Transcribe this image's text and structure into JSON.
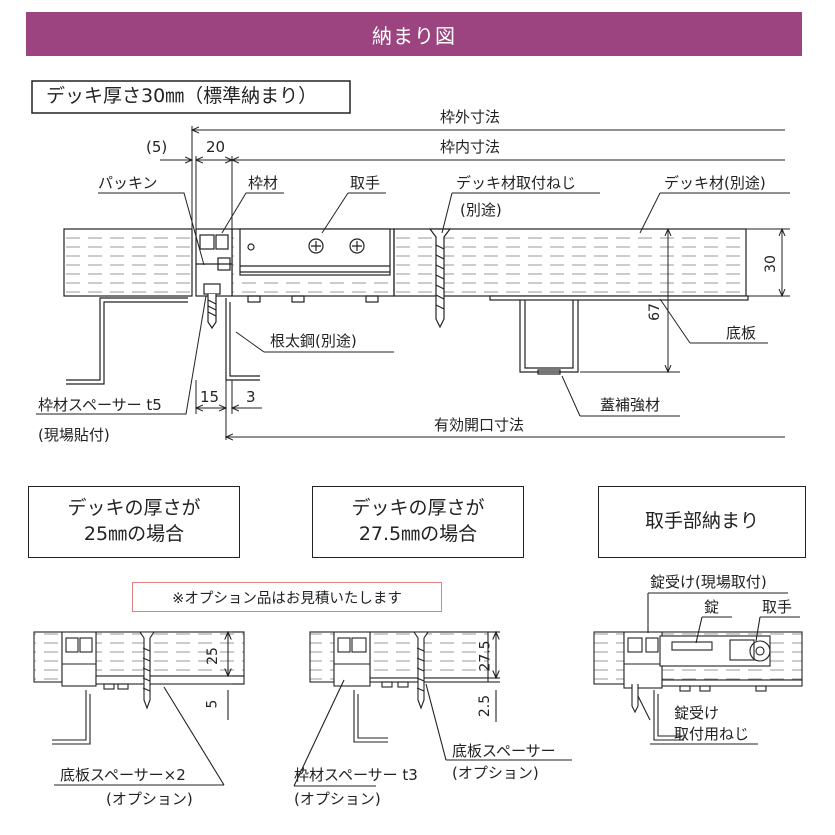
{
  "header": {
    "title": "納まり図"
  },
  "main_diagram": {
    "title": "デッキ厚さ30㎜（標準納まり）",
    "labels": {
      "outer_dim": "枠外寸法",
      "inner_dim": "枠内寸法",
      "gap": "(5)",
      "frame_width": "20",
      "packing": "パッキン",
      "frame": "枠材",
      "handle": "取手",
      "screw": "デッキ材取付ねじ",
      "screw_note": "(別途)",
      "deck": "デッキ材(別途)",
      "thickness": "30",
      "height": "67",
      "joist": "根太鋼(別途)",
      "base_plate": "底板",
      "stiffener": "蓋補強材",
      "spacer": "枠材スペーサー t5",
      "spacer_note": "(現場貼付)",
      "dim15": "15",
      "dim3": "3",
      "opening": "有効開口寸法"
    }
  },
  "boxes": [
    {
      "label": "デッキの厚さが\n25㎜の場合"
    },
    {
      "label": "デッキの厚さが\n27.5㎜の場合"
    },
    {
      "label": "取手部納まり"
    }
  ],
  "note": "※オプション品はお見積いたします",
  "sub25": {
    "dim_top": "25",
    "dim_bottom": "5",
    "spacer": "底板スペーサー×2",
    "spacer_note": "(オプション)"
  },
  "sub275": {
    "dim_top": "27.5",
    "dim_bottom": "2.5",
    "base_spacer": "底板スペーサー",
    "base_spacer_note": "(オプション)",
    "frame_spacer": "枠材スペーサー t3",
    "frame_spacer_note": "(オプション)"
  },
  "handle_detail": {
    "lock_receiver": "錠受け(現場取付)",
    "lock": "錠",
    "handle": "取手",
    "receiver_screw_1": "錠受け",
    "receiver_screw_2": "取付用ねじ"
  }
}
